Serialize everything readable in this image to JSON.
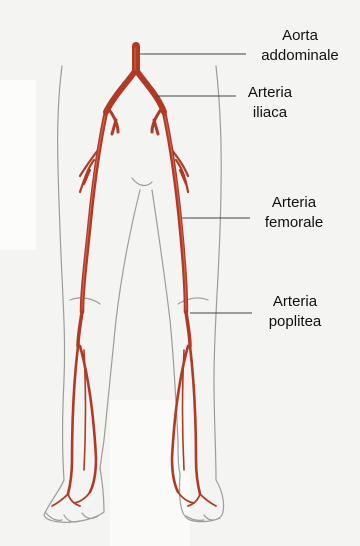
{
  "colors": {
    "artery": "#b03a25",
    "artery_dark": "#8a2a18",
    "outline": "#9c9c9c",
    "leader": "#444444",
    "background": "#f4f4f2"
  },
  "labels": {
    "aorta": {
      "line1": "Aorta",
      "line2": "addominale"
    },
    "iliaca": {
      "line1": "Arteria",
      "line2": "iliaca"
    },
    "femorale": {
      "line1": "Arteria",
      "line2": "femorale"
    },
    "poplitea": {
      "line1": "Arteria",
      "line2": "poplitea"
    }
  }
}
